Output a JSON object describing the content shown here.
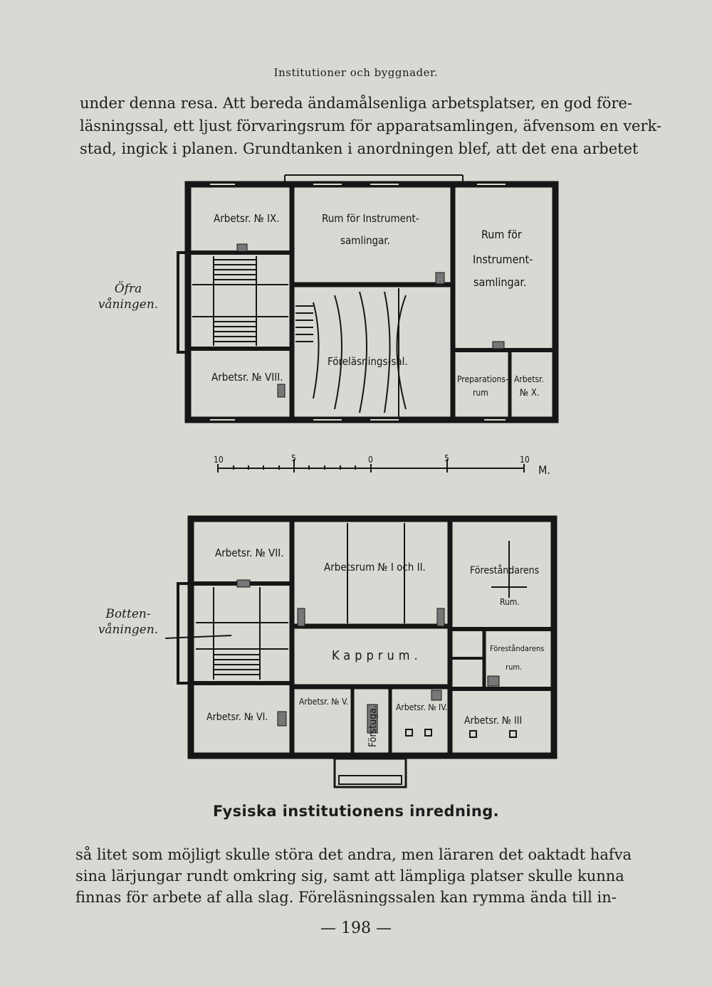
{
  "header": "Institutioner och byggnader.",
  "top_text": [
    "under denna resa. Att bereda ändamålsenliga arbetsplatser, en god före-",
    "läsningssal, ett ljust förvaringsrum för apparatsamlingen, äfvensom en verk-",
    "stad, ingick i planen. Grundtanken i anordningen blef, att det ena arbetet"
  ],
  "upper_floor": {
    "side_label": [
      "Öfra",
      "våningen."
    ],
    "rooms": {
      "arbetsr_9": "Arbetsr. № IX.",
      "rum_instr_1a": "Rum för Instrument-",
      "rum_instr_1b": "samlingar.",
      "rum_instr_2a": "Rum för",
      "rum_instr_2b": "Instrument-",
      "rum_instr_2c": "samlingar.",
      "forelasning": "Föreläsnings-sal.",
      "arbetsr_8": "Arbetsr. № VIII.",
      "prep_a": "Preparations-",
      "prep_b": "rum",
      "arbetsr_10a": "Arbetsr.",
      "arbetsr_10b": "№ X."
    }
  },
  "scale": {
    "ticks": [
      "10",
      "5",
      "0",
      "5",
      "10"
    ],
    "unit": "M."
  },
  "ground_floor": {
    "side_label": [
      "Botten-",
      "våningen."
    ],
    "rooms": {
      "arbetsr_7": "Arbetsr. № VII.",
      "arbetsrum_1_2": "Arbetsrum № I och II.",
      "forestandarens_rum_a": "Föreståndarens",
      "forestandarens_rum_b": "Rum.",
      "kapprum": "Kapprum.",
      "forestandarens_rum2_a": "Föreståndarens",
      "forestandarens_rum2_b": "rum.",
      "arbetsr_6": "Arbetsr. № VI.",
      "arbetsr_5": "Arbetsr. № V.",
      "forstuga": "Förstuga.",
      "arbetsr_4": "Arbetsr. № IV.",
      "arbetsr_3": "Arbetsr. № III"
    }
  },
  "caption": "Fysiska institutionens inredning.",
  "bottom_text": [
    "så litet som möjligt skulle störa det andra, men läraren det oaktadt hafva",
    "sina lärjungar rundt omkring sig, samt att lämpliga platser skulle kunna",
    "finnas för arbete af alla slag. Föreläsningssalen kan rymma ända till in-"
  ],
  "page_number": "— 198 —"
}
